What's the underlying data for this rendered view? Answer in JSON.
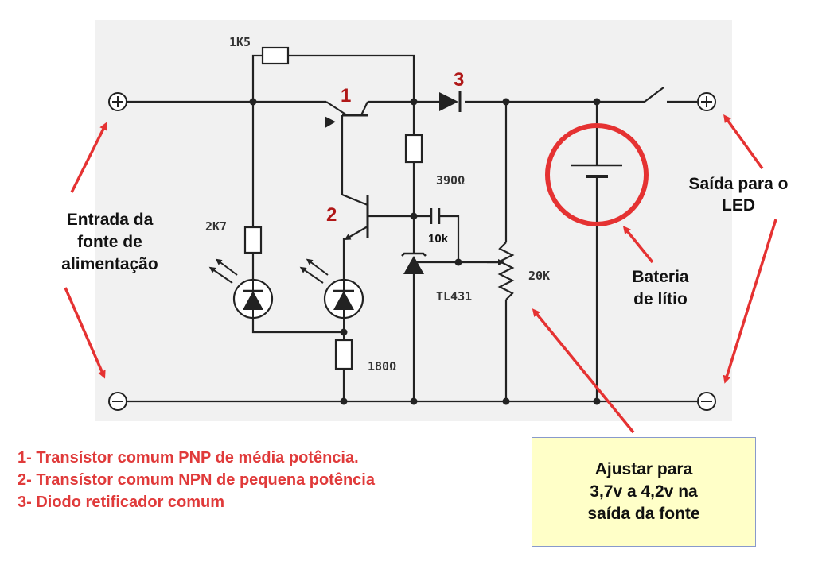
{
  "components": {
    "r_1k5": "1K5",
    "r_2k7": "2K7",
    "r_390": "390Ω",
    "r_180": "180Ω",
    "c_10k": "10k",
    "ic_tl431": "TL431",
    "pot_20k": "20K"
  },
  "markers": {
    "one": "1",
    "two": "2",
    "three": "3"
  },
  "annotations": {
    "input_lines": [
      "Entrada da",
      "fonte de",
      "alimentação"
    ],
    "output_lines": [
      "Saída para o",
      "LED"
    ],
    "battery_lines": [
      "Bateria",
      "de lítio"
    ],
    "adjust_lines": [
      "Ajustar para",
      "3,7v a 4,2v na",
      "saída da fonte"
    ]
  },
  "legend": [
    "1- Transístor comum PNP de média potência.",
    "2- Transístor comum NPN de pequena potência",
    "3- Diodo retificador comum"
  ],
  "colors": {
    "accent_red": "#e53232",
    "note_bg": "#ffffc8"
  }
}
